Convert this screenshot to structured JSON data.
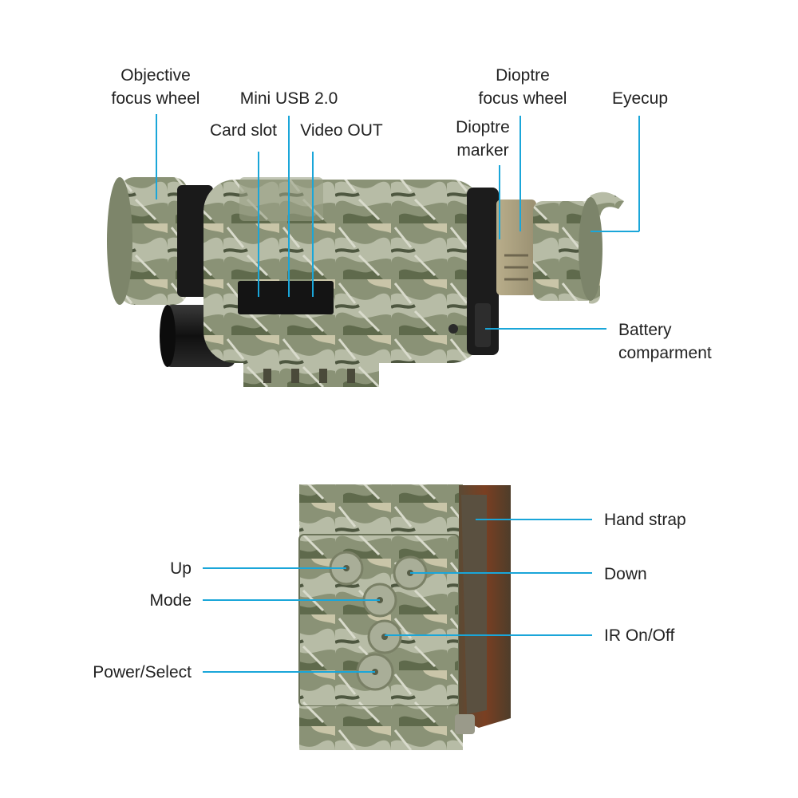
{
  "accent_color": "#1aa6d9",
  "labels": {
    "objective_focus_wheel": [
      "Objective",
      "focus wheel"
    ],
    "mini_usb": "Mini USB 2.0",
    "card_slot": "Card slot",
    "video_out": "Video OUT",
    "dioptre_focus_wheel": [
      "Dioptre",
      "focus wheel"
    ],
    "eyecup": "Eyecup",
    "dioptre_marker": [
      "Dioptre",
      "marker"
    ],
    "battery_compartment": [
      "Battery",
      "comparment"
    ],
    "hand_strap": "Hand strap",
    "up": "Up",
    "down": "Down",
    "mode": "Mode",
    "ir_on_off": "IR On/Off",
    "power_select": "Power/Select"
  }
}
